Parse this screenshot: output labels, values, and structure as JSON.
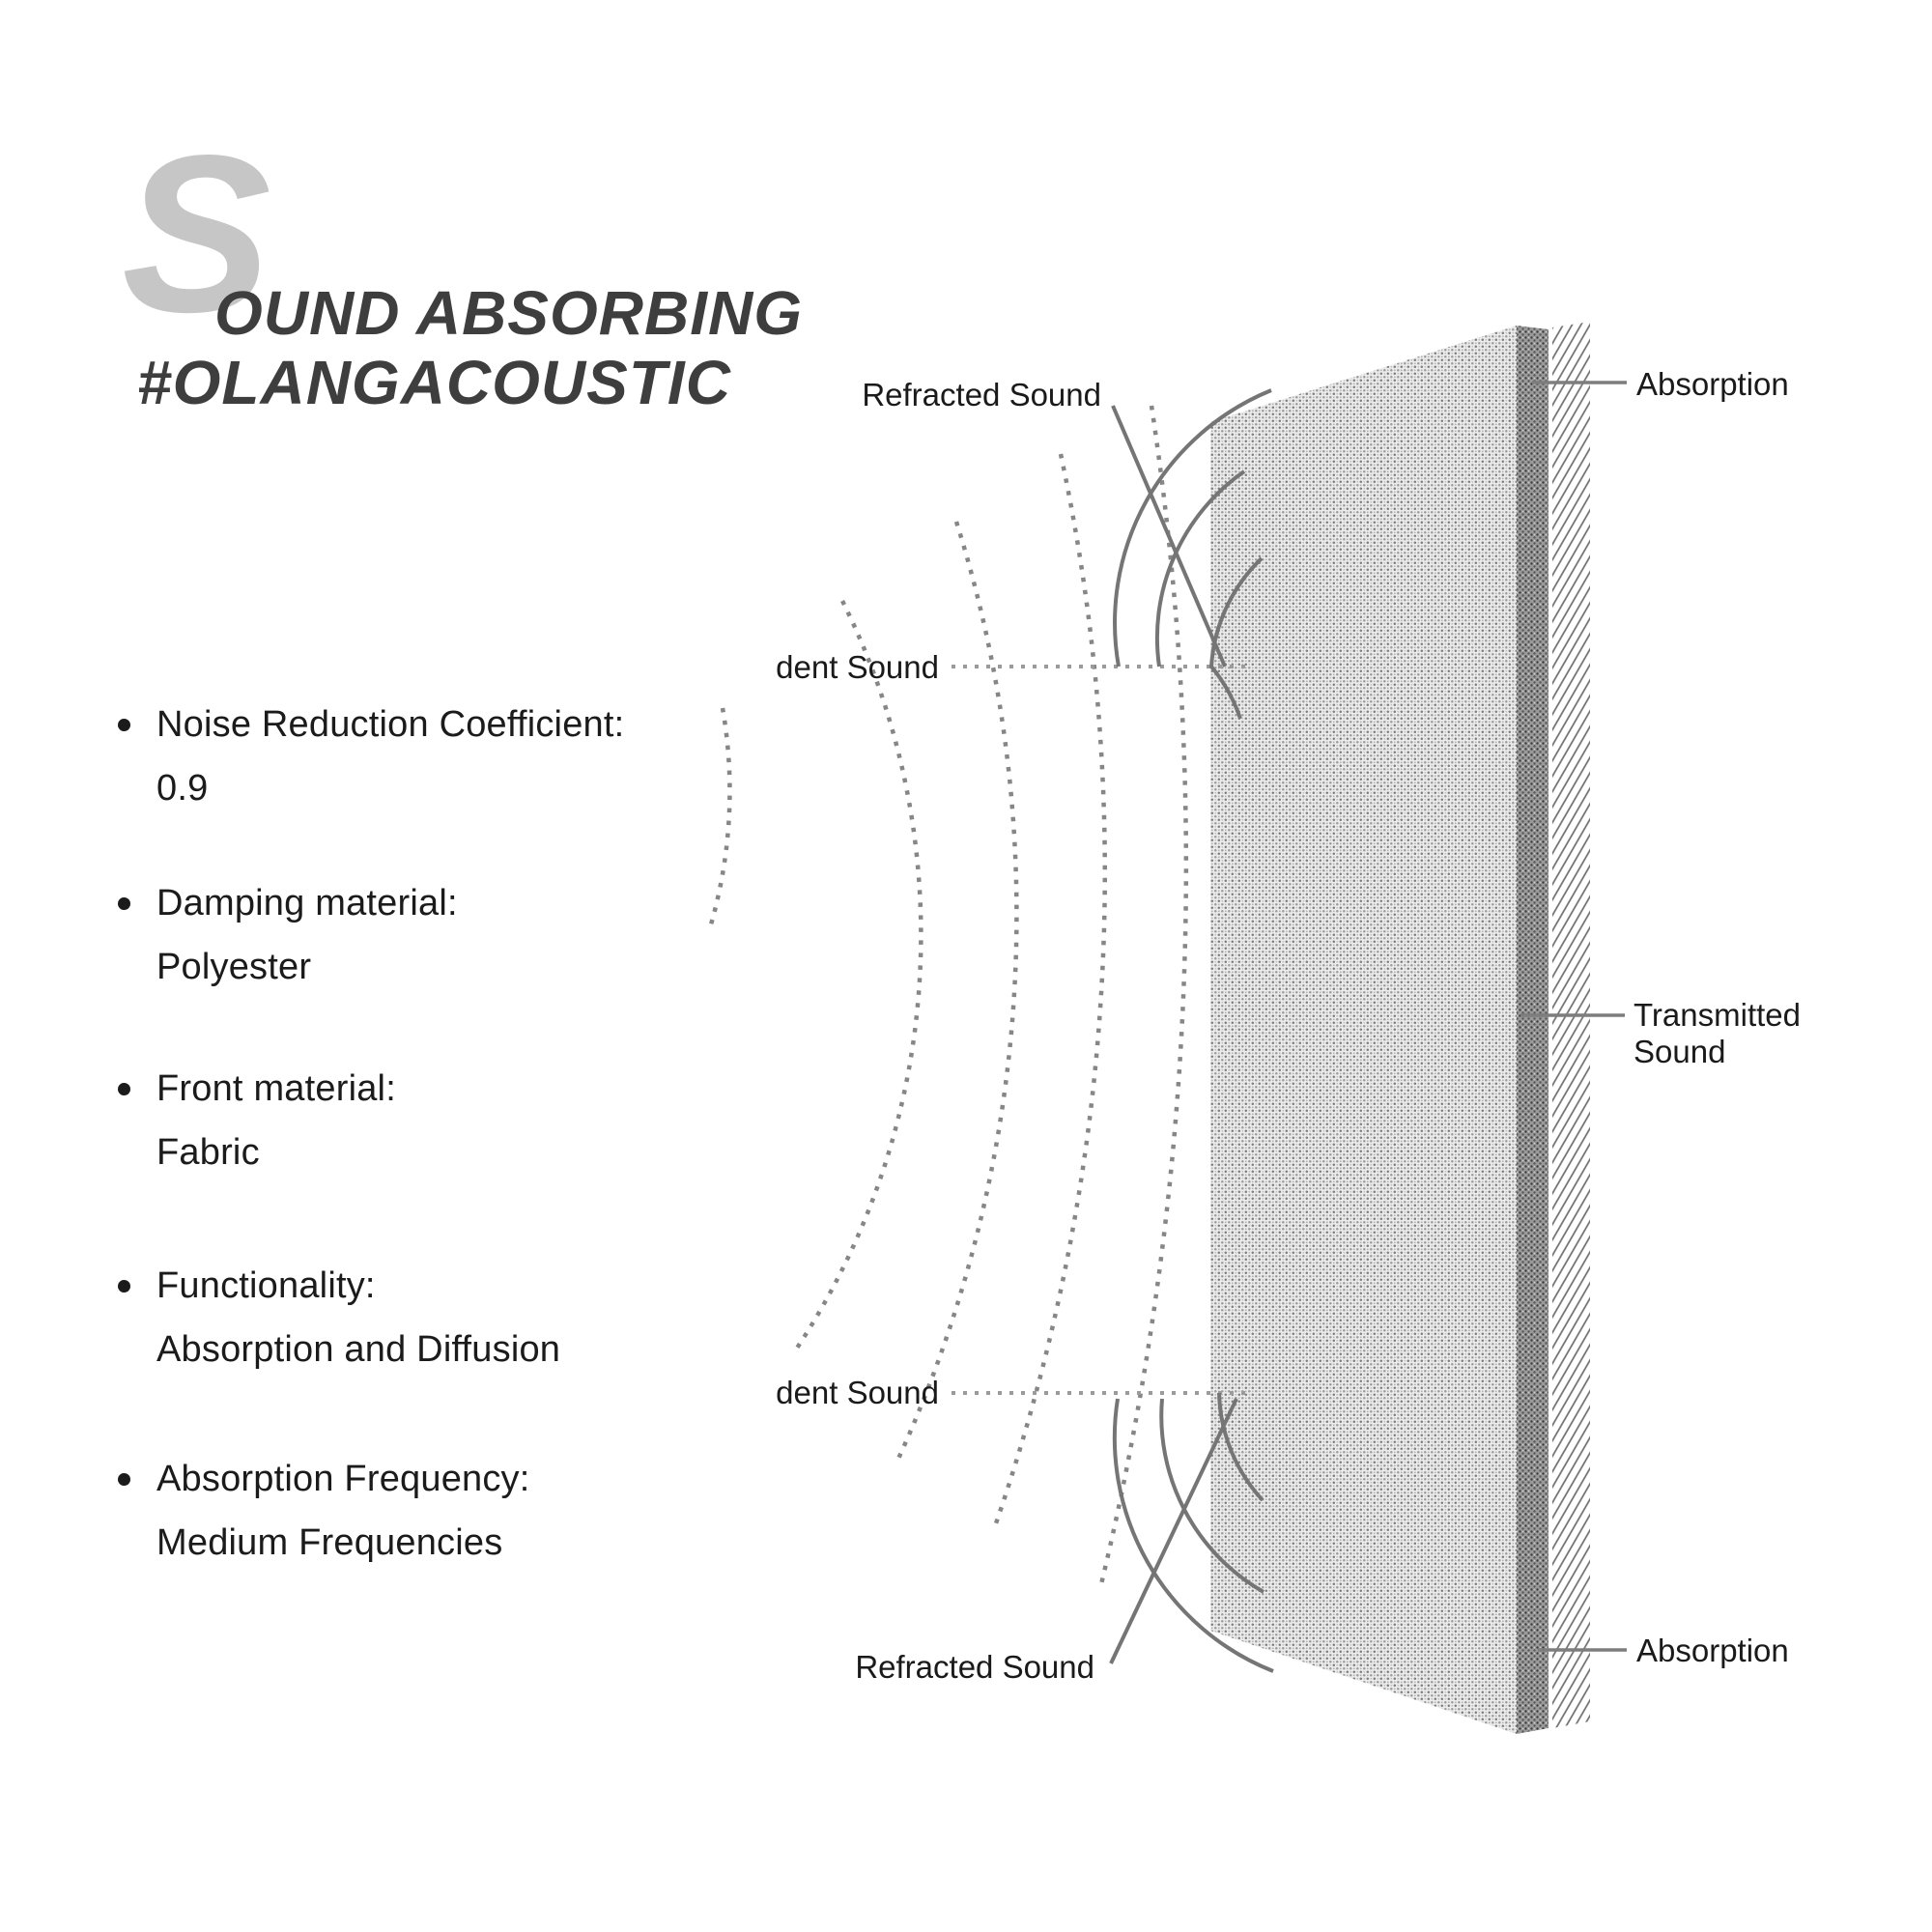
{
  "header": {
    "initial": "S",
    "title": "OUND ABSORBING",
    "hashtag": "#OLANGACOUSTIC"
  },
  "specs": [
    {
      "label": "Noise Reduction Coefficient:",
      "value": "0.9"
    },
    {
      "label": "Damping material:",
      "value": "Polyester"
    },
    {
      "label": "Front material:",
      "value": "Fabric"
    },
    {
      "label": "Functionality:",
      "value": "Absorption and Diffusion"
    },
    {
      "label": "Absorption Frequency:",
      "value": "Medium Frequencies"
    }
  ],
  "diagram": {
    "labels": {
      "refracted_top": "Refracted Sound",
      "incident_top": "dent Sound",
      "incident_bottom": "dent Sound",
      "refracted_bottom": "Refracted Sound",
      "absorption_top": "Absorption",
      "transmitted_line1": "Transmitted",
      "transmitted_line2": "Sound",
      "absorption_bottom": "Absorption"
    }
  },
  "colors": {
    "big_initial": "#c6c6c6",
    "title_text": "#3e3e3e",
    "body_text": "#1b1b1b",
    "leader_gray": "#7d7d7d",
    "wave_gray": "#8a8a8a",
    "dotted_leader": "#9b9b9b",
    "hatch_gray": "#6e6e6e",
    "panel_front": "#d9d9d9",
    "panel_side": "#8f8f8f"
  }
}
